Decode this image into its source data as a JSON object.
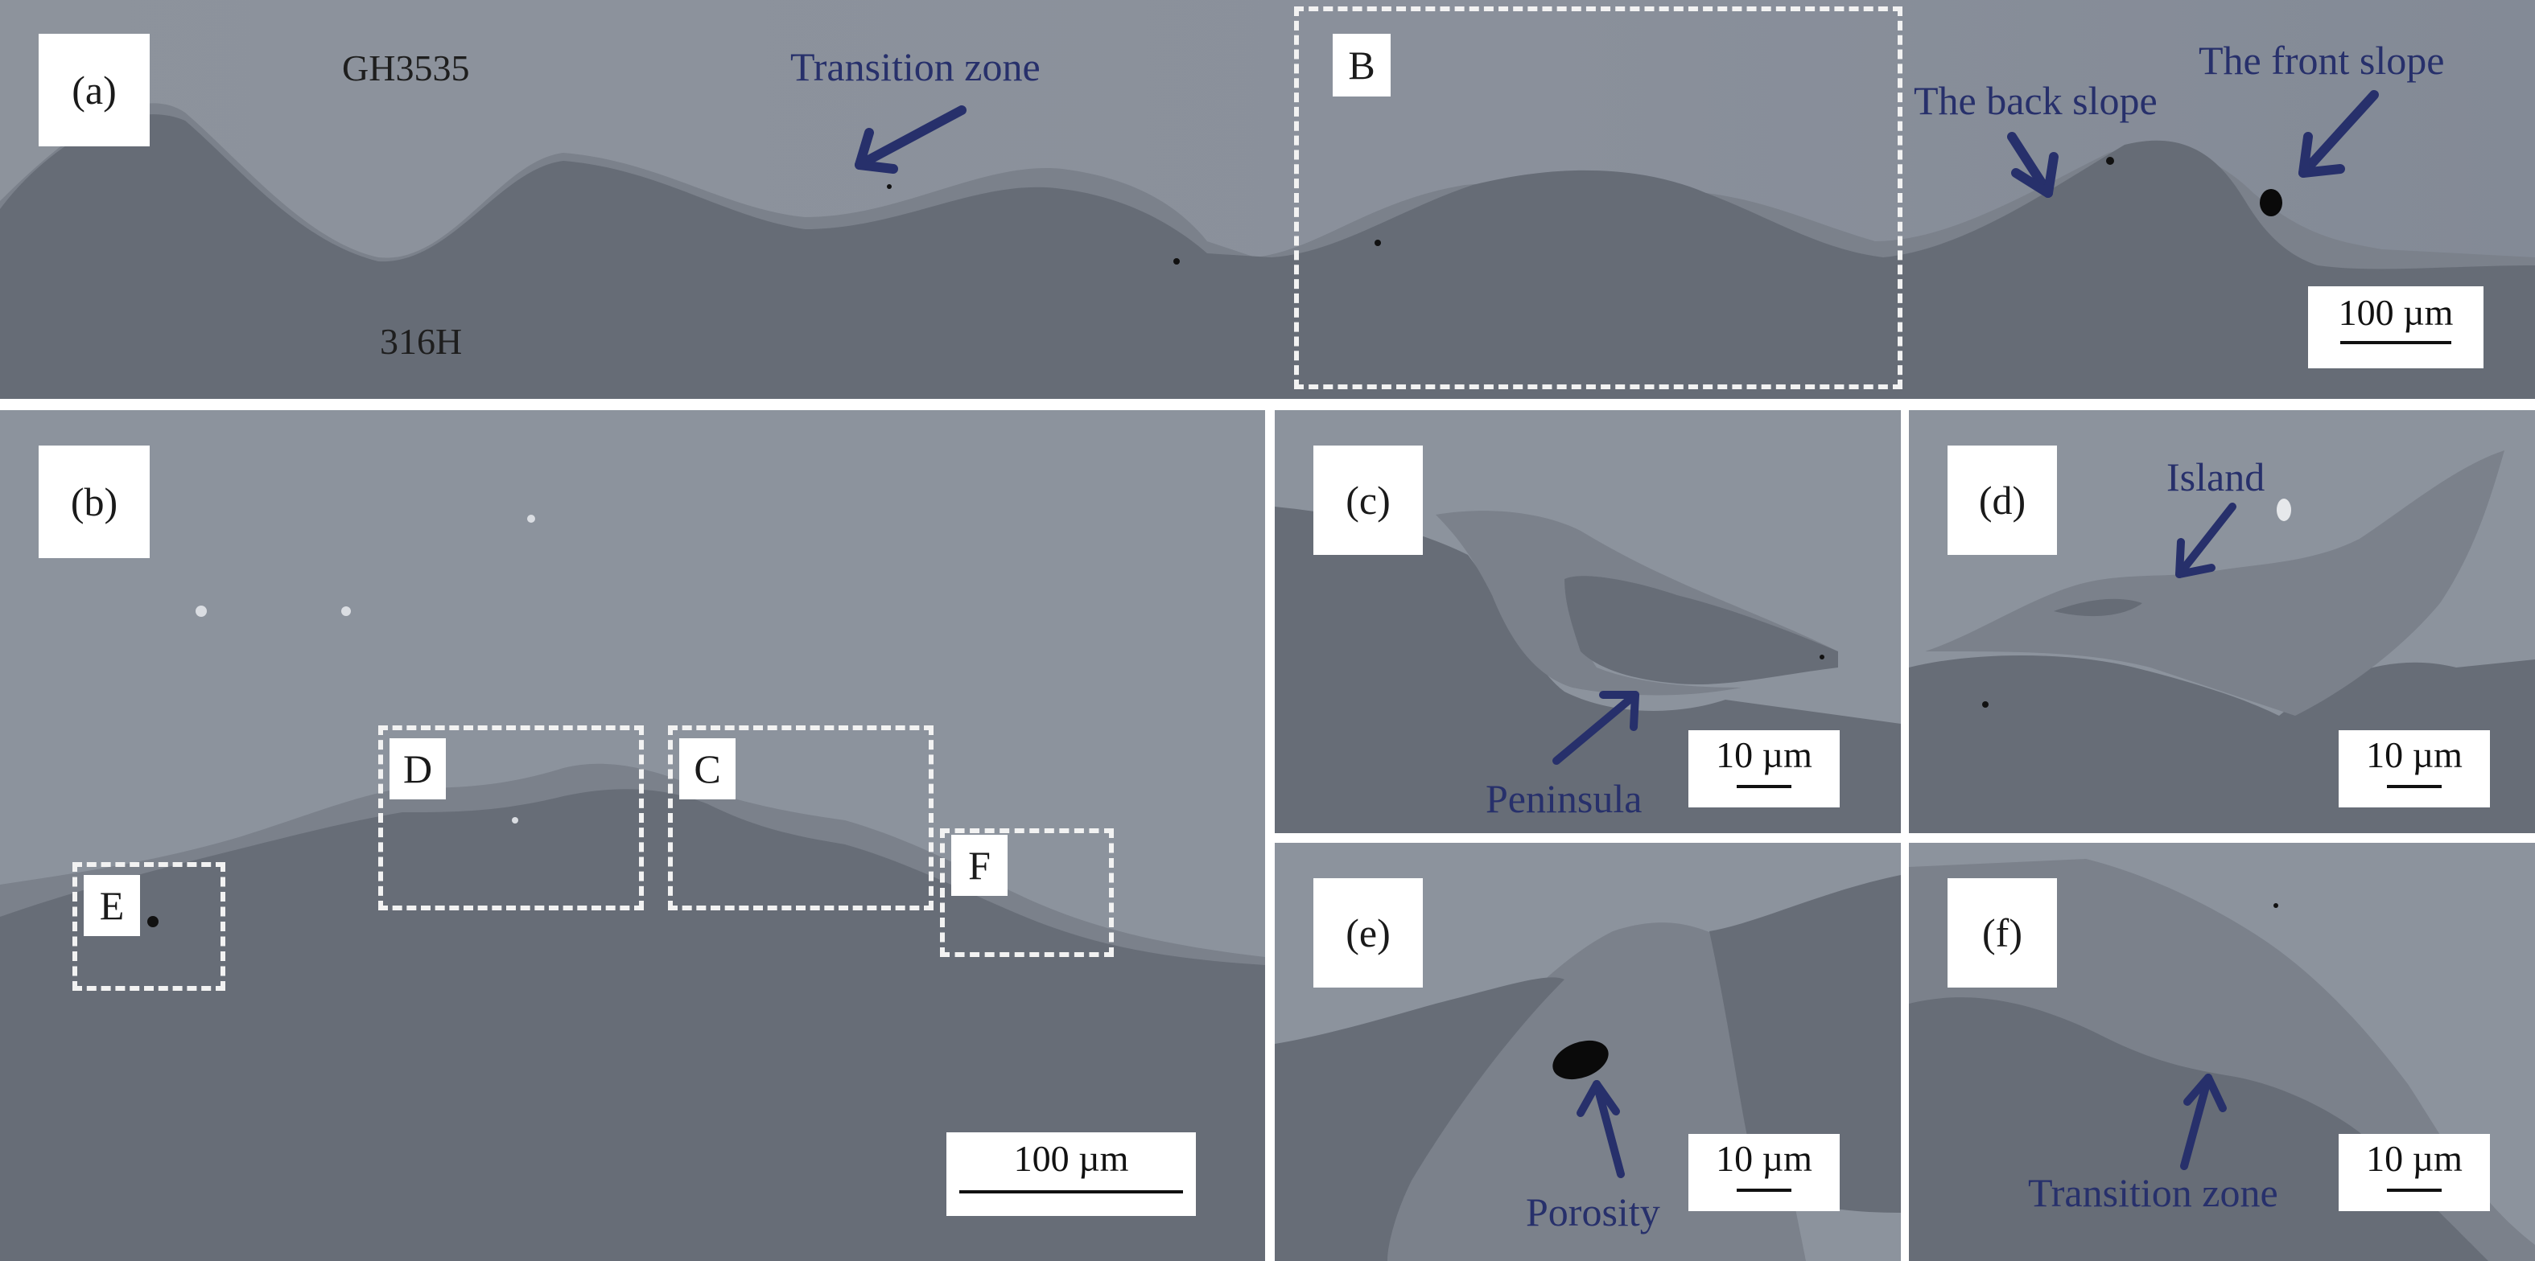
{
  "colors": {
    "background": "#ffffff",
    "upper_metal": "#8c939e",
    "lower_metal": "#666c76",
    "transition": "#7b818b",
    "arrow": "#27306b",
    "box_dash": "#f2f2f2"
  },
  "panels": {
    "a": {
      "label": "(a)",
      "material_top": "GH3535",
      "material_bottom": "316H",
      "transition_zone": "Transition zone",
      "back_slope": "The back slope",
      "front_slope": "The front slope",
      "box_label": "B",
      "scale_bar": "100 µm"
    },
    "b": {
      "label": "(b)",
      "box_labels": [
        "D",
        "C",
        "E",
        "F"
      ],
      "scale_bar": "100 µm"
    },
    "c": {
      "label": "(c)",
      "annotation": "Peninsula",
      "scale_bar": "10 µm"
    },
    "d": {
      "label": "(d)",
      "annotation": "Island",
      "scale_bar": "10 µm"
    },
    "e": {
      "label": "(e)",
      "annotation": "Porosity",
      "scale_bar": "10 µm"
    },
    "f": {
      "label": "(f)",
      "annotation": "Transition zone",
      "scale_bar": "10 µm"
    }
  }
}
